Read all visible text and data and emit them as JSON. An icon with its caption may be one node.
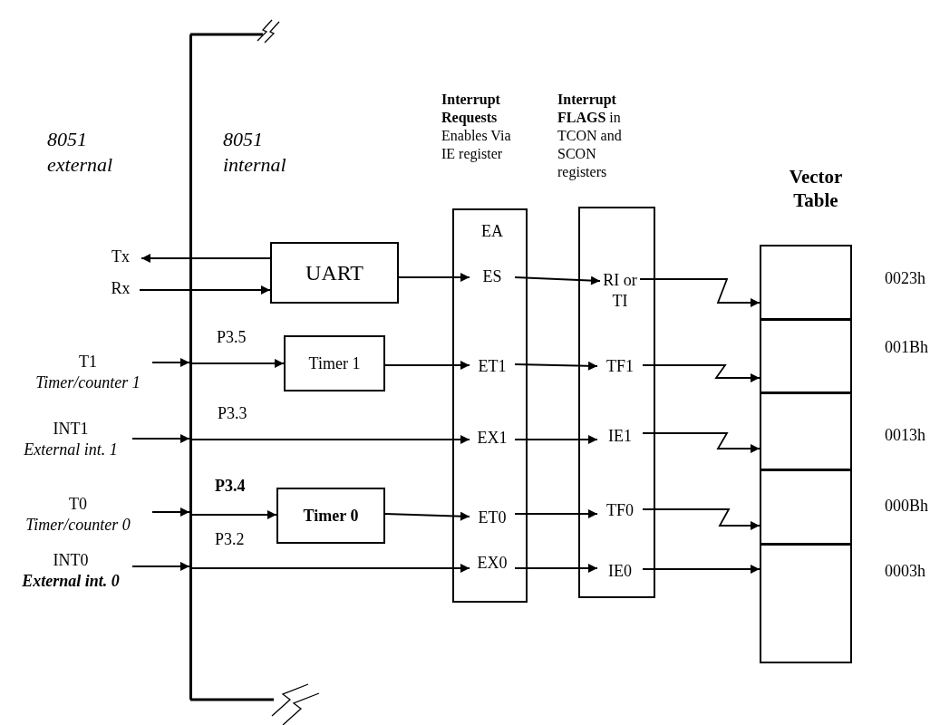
{
  "diagram": {
    "nodes": [
      {
        "text": [],
        "shape": "bar"
      },
      {
        "text": [
          "Tx"
        ]
      },
      {
        "text": [
          "Rx"
        ]
      },
      {
        "text": [
          "T1",
          "Timer/counter 1"
        ]
      },
      {
        "text": [
          "INT1",
          "External int. 1"
        ]
      },
      {
        "text": [
          "T0",
          "Timer/counter 0"
        ]
      },
      {
        "text": [
          "INT0",
          "External int. 0"
        ]
      },
      {
        "text": [
          "UART"
        ]
      },
      {
        "text": [
          "Timer 1"
        ]
      },
      {
        "text": [
          "Timer 0"
        ]
      },
      {
        "text": [
          "**Interrupt Requests** Enables Via IE register"
        ]
      },
      {
        "text": [
          "EA"
        ],
        "in": 10
      },
      {
        "text": [
          "ES"
        ],
        "in": 10
      },
      {
        "text": [
          "ET1"
        ],
        "in": 10
      },
      {
        "text": [
          "EX1"
        ],
        "in": 10
      },
      {
        "text": [
          "ET0"
        ],
        "in": 10
      },
      {
        "text": [
          "EX0"
        ],
        "in": 10
      },
      {
        "text": [
          "**Interrupt FLAGS** in TCON and SCON registers"
        ]
      },
      {
        "text": [
          "RI or TI"
        ],
        "in": 17
      },
      {
        "text": [
          "TF1"
        ],
        "in": 17
      },
      {
        "text": [
          "IE1"
        ],
        "in": 17
      },
      {
        "text": [
          "TF0"
        ],
        "in": 17
      },
      {
        "text": [
          "IE0"
        ],
        "in": 17
      },
      {
        "text": [
          "Vector Table"
        ]
      },
      {
        "text": [],
        "shape": "box",
        "in": 23,
        "beside": [
          "0023h"
        ]
      },
      {
        "text": [],
        "shape": "box",
        "in": 23,
        "beside": [
          "001Bh"
        ]
      },
      {
        "text": [],
        "shape": "box",
        "in": 23,
        "beside": [
          "0013h"
        ]
      },
      {
        "text": [],
        "shape": "box",
        "in": 23,
        "beside": [
          "000Bh"
        ]
      },
      {
        "text": [],
        "shape": "box",
        "in": 23,
        "beside": [
          "0003h"
        ]
      }
    ],
    "edges": [
      {
        "from": 7,
        "to": 1,
        "arrow": "to"
      },
      {
        "from": 2,
        "to": 7,
        "arrow": "to"
      },
      {
        "from": 3,
        "to": 0,
        "arrow": "to"
      },
      {
        "from": 0,
        "to": 8,
        "arrow": "to",
        "label": "P3.5"
      },
      {
        "from": 4,
        "to": 0,
        "arrow": "to"
      },
      {
        "from": 0,
        "to": 14,
        "arrow": "to",
        "label": "P3.3"
      },
      {
        "from": 5,
        "to": 0,
        "arrow": "to"
      },
      {
        "from": 0,
        "to": 9,
        "arrow": "to",
        "label": "P3.4"
      },
      {
        "from": 6,
        "to": 0,
        "arrow": "to"
      },
      {
        "from": 0,
        "to": 16,
        "arrow": "to",
        "label": "P3.2"
      },
      {
        "from": 7,
        "to": 12,
        "arrow": "to"
      },
      {
        "from": 8,
        "to": 13,
        "arrow": "to"
      },
      {
        "from": 9,
        "to": 15,
        "arrow": "to"
      },
      {
        "from": 12,
        "to": 18,
        "arrow": "to"
      },
      {
        "from": 13,
        "to": 19,
        "arrow": "to"
      },
      {
        "from": 14,
        "to": 20,
        "arrow": "to"
      },
      {
        "from": 15,
        "to": 21,
        "arrow": "to"
      },
      {
        "from": 16,
        "to": 22,
        "arrow": "to"
      },
      {
        "from": 18,
        "to": 24,
        "arrow": "to"
      },
      {
        "from": 19,
        "to": 25,
        "arrow": "to"
      },
      {
        "from": 20,
        "to": 26,
        "arrow": "to"
      },
      {
        "from": 21,
        "to": 27,
        "arrow": "to"
      },
      {
        "from": 22,
        "to": 28,
        "arrow": "to"
      }
    ],
    "labels": [
      "8051 external",
      "8051 internal"
    ]
  }
}
